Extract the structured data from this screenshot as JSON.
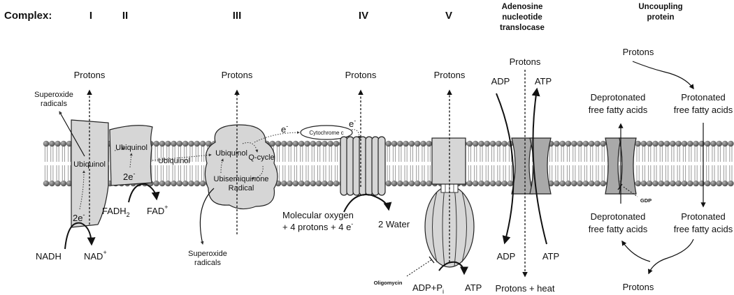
{
  "header": {
    "complex_label": "Complex:",
    "c1": "I",
    "c2": "II",
    "c3": "III",
    "c4": "IV",
    "c5": "V",
    "ant_line1": "Adenosine",
    "ant_line2": "nucleotide",
    "ant_line3": "translocase",
    "ucp_line1": "Uncoupling",
    "ucp_line2": "protein"
  },
  "protons": "Protons",
  "complex1": {
    "superoxide_line1": "Superoxide",
    "superoxide_line2": "radicals",
    "ubiquinol": "Ubiquinol",
    "electrons": "2e",
    "electrons_sup": "-",
    "nadh": "NADH",
    "nad": "NAD",
    "nad_sup": "+"
  },
  "complex2": {
    "ubiquinol": "Ubiquinol",
    "electrons": "2e",
    "electrons_sup": "-",
    "fadh": "FADH",
    "fadh_sub": "2",
    "fad": "FAD",
    "fad_sup": "+"
  },
  "complex3": {
    "ubiquinol_bridge": "Ubiquinol",
    "ubiquinol": "Ubiquinol",
    "qcycle": "Q-cycle",
    "semiquinone_line1": "Ubisemiquinone",
    "semiquinone_line2": "Radical",
    "superoxide_line1": "Superoxide",
    "superoxide_line2": "radicals"
  },
  "cytochrome": {
    "label": "Cytochrome c",
    "e_left": "e",
    "e_right": "e",
    "e_sup": "-"
  },
  "complex4": {
    "oxygen_line1": "Molecular oxygen",
    "oxygen_line2": "+ 4 protons + 4  e",
    "oxygen_sup": "-",
    "water": "2 Water"
  },
  "complex5": {
    "oligomycin": "Oligomycin",
    "adp_pi": "ADP+P",
    "adp_pi_sub": "i",
    "atp": "ATP"
  },
  "translocase": {
    "adp_top": "ADP",
    "atp_top": "ATP",
    "adp_bottom": "ADP",
    "atp_bottom": "ATP",
    "protons_heat": "Protons + heat"
  },
  "ucp": {
    "protons_top": "Protons",
    "deprot_top_line1": "Deprotonated",
    "deprot_top_line2": "free fatty acids",
    "prot_top_line1": "Protonated",
    "prot_top_line2": "free fatty acids",
    "gdp": "GDP",
    "deprot_bottom_line1": "Deprotonated",
    "deprot_bottom_line2": "free fatty acids",
    "prot_bottom_line1": "Protonated",
    "prot_bottom_line2": "free fatty acids",
    "protons_bottom": "Protons"
  },
  "colors": {
    "protein_fill": "#d6d6d6",
    "protein_dark": "#a9a9a9",
    "lipid_head": "#6e6e6e",
    "ink": "#111111"
  }
}
